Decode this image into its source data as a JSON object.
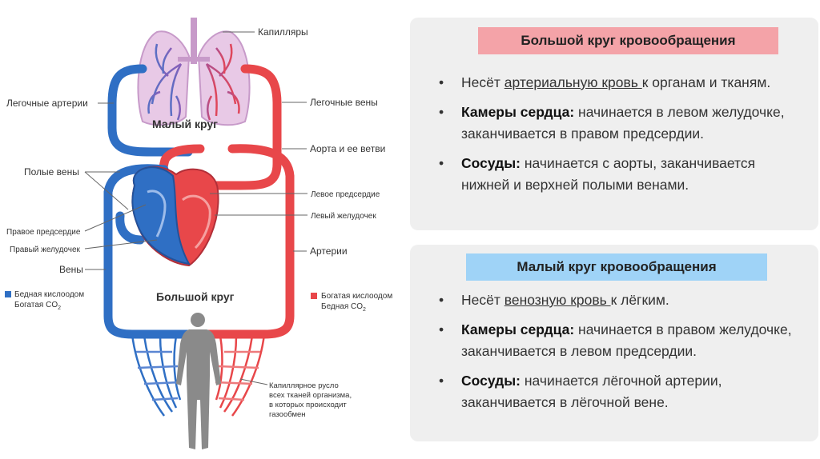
{
  "diagram": {
    "labels": {
      "capillaries": "Капилляры",
      "pulmonary_arteries": "Легочные артерии",
      "pulmonary_veins": "Легочные вены",
      "small_circle": "Малый круг",
      "aorta": "Аорта и ее ветви",
      "vena_cava": "Полые вены",
      "left_atrium": "Левое предсердие",
      "left_ventricle": "Левый желудочек",
      "right_atrium": "Правое предсердие",
      "right_ventricle": "Правый желудочек",
      "arteries": "Артерии",
      "veins": "Вены",
      "big_circle": "Большой круг",
      "capillary_bed_1": "Капиллярное русло",
      "capillary_bed_2": "всех тканей организма,",
      "capillary_bed_3": "в которых происходит",
      "capillary_bed_4": "газообмен"
    },
    "legend": {
      "blue_line1": "Бедная кислоодом",
      "blue_line2": "Богатая CO",
      "blue_sub": "2",
      "red_line1": "Богатая кислоодом",
      "red_line2": "Бедная CO",
      "red_sub": "2",
      "blue_color": "#2f6fc4",
      "red_color": "#e8474a"
    }
  },
  "big_circle": {
    "title": "Большой круг кровообращения",
    "points": [
      {
        "pre": "Несёт ",
        "underlined": "артериальную кровь ",
        "rest": "к органам и тканям."
      },
      {
        "bold": "Камеры сердца:",
        "rest": " начинается в левом желудочке, заканчивается в правом предсердии."
      },
      {
        "bold": "Сосуды:",
        "rest": " начинается с аорты, заканчивается нижней и верхней полыми венами."
      }
    ]
  },
  "small_circle": {
    "title": "Малый круг кровообращения",
    "points": [
      {
        "pre": "Несёт ",
        "underlined": "венозную кровь ",
        "rest": "к лёгким."
      },
      {
        "bold": "Камеры сердца:",
        "rest": " начинается в правом желудочке, заканчивается в левом предсердии."
      },
      {
        "bold": "Сосуды:",
        "rest": " начинается лёгочной артерии, заканчивается в лёгочной вене."
      }
    ]
  },
  "bullet_char": "•"
}
